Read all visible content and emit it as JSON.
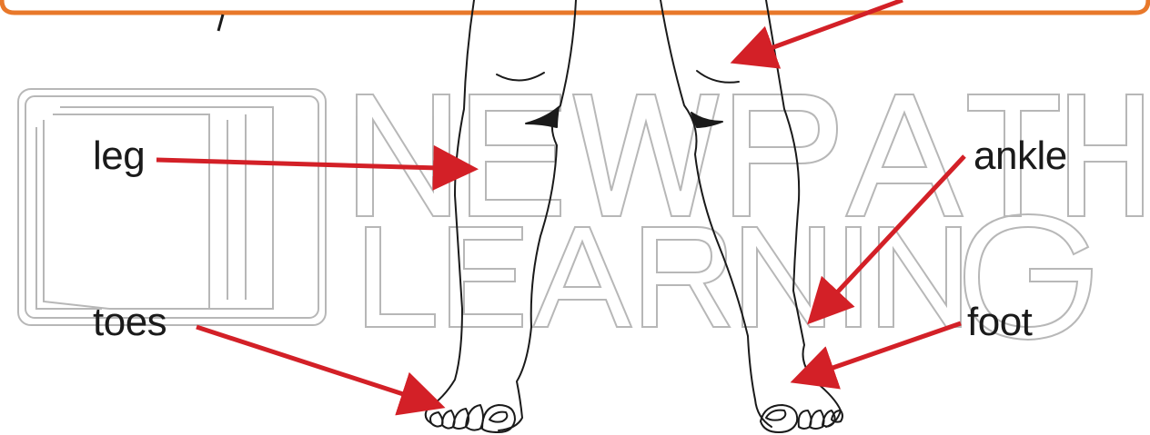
{
  "labels": {
    "leg": "leg",
    "toes": "toes",
    "ankle": "ankle",
    "foot": "foot"
  },
  "watermark": {
    "line1": "NEWPATH",
    "line2": "LEARNING"
  },
  "colors": {
    "banner_orange": "#e8782a",
    "arrow_red": "#d32027",
    "outline": "#1a1a1a",
    "watermark_gray": "#9a9a9a"
  }
}
